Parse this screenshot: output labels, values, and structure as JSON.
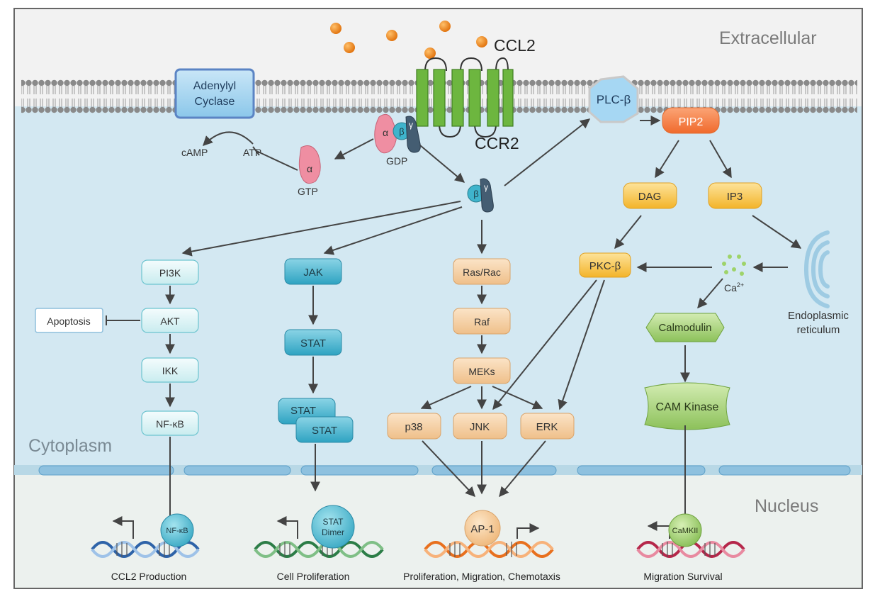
{
  "regions": {
    "extracellular": "Extracellular",
    "cytoplasm": "Cytoplasm",
    "nucleus": "Nucleus"
  },
  "ligand": {
    "label": "CCL2"
  },
  "receptor": {
    "label": "CCR2"
  },
  "adenylyl_cyclase": {
    "line1": "Adenylyl",
    "line2": "Cyclase"
  },
  "plc": {
    "label": "PLC-β"
  },
  "pip2": {
    "label": "PIP2"
  },
  "g_protein": {
    "alpha": "α",
    "beta": "β",
    "gamma": "γ",
    "gdp": "GDP",
    "gtp": "GTP"
  },
  "camp": "cAMP",
  "atp": "ATP",
  "dag": "DAG",
  "ip3": "IP3",
  "pkc": "PKC-β",
  "calcium": {
    "base": "Ca",
    "sup": "2+"
  },
  "er": {
    "line1": "Endoplasmic",
    "line2": "reticulum"
  },
  "calmodulin": "Calmodulin",
  "cam_kinase": "CAM Kinase",
  "pi3k_path": {
    "pi3k": "PI3K",
    "akt": "AKT",
    "ikk": "IKK",
    "nfkb": "NF-κB",
    "apoptosis": "Apoptosis"
  },
  "jak_path": {
    "jak": "JAK",
    "stat": "STAT",
    "stat_a": "STAT",
    "stat_b": "STAT"
  },
  "mapk_path": {
    "ras": "Ras/Rac",
    "raf": "Raf",
    "meks": "MEKs",
    "p38": "p38",
    "jnk": "JNK",
    "erk": "ERK"
  },
  "nuclear_factors": {
    "nfkb": "NF-κB",
    "stat_line1": "STAT",
    "stat_line2": "Dimer",
    "ap1": "AP-1",
    "camkii": "CaMKII"
  },
  "outcomes": {
    "ccl2": "CCL2 Production",
    "prolif": "Cell Proliferation",
    "pmc": "Proliferation, Migration, Chemotaxis",
    "migsurv": "Migration Survival"
  },
  "colors": {
    "extracellular_bg": "#f2f2f2",
    "cytoplasm_bg": "#d3e8f2",
    "nucleus_bg": "#ecf1ee",
    "nuclear_membrane": "#8ec1df",
    "lipid_head": "#8a8a8a",
    "receptor": "#6db63f",
    "ccl2": "#ef8a18",
    "plc": "#9fd3f2",
    "pip2": "#f7894a",
    "dag": "#f9c64a",
    "pi3k_box": "#e9f8f9",
    "jak_box": "#4fb8d1",
    "mapk_box": "#f6d2a6",
    "calmodulin": "#a6d27a",
    "arrow": "#444444"
  }
}
